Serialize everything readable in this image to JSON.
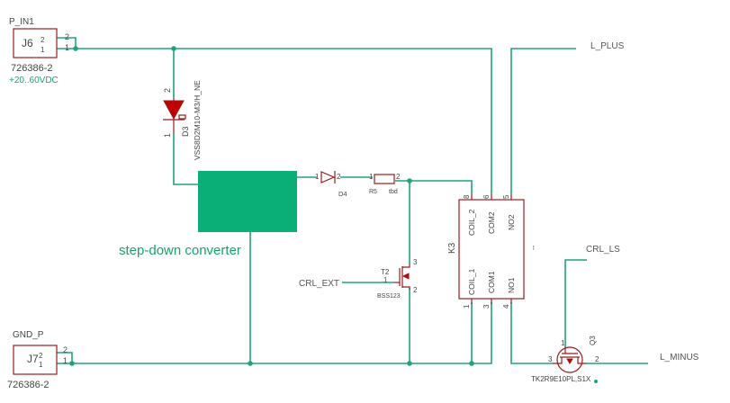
{
  "colors": {
    "wire": "#1fa37a",
    "part_outline": "#9b1b1b",
    "part_fill": "#c00000",
    "block_fill": "#0aae77",
    "label_green": "#1aa36b"
  },
  "connectors": {
    "j6": {
      "net": "P_IN1",
      "ref": "J6",
      "value": "726386-2",
      "note": "+20..60VDC",
      "pin_a": "2",
      "pin_b": "1",
      "sym_a": "2",
      "sym_b": "1"
    },
    "j7": {
      "net": "GND_P",
      "ref": "J7",
      "value": "726386-2",
      "pin_a": "2",
      "pin_b": "1",
      "sym_a": "2",
      "sym_b": "1"
    }
  },
  "d3": {
    "ref": "D3",
    "value": "VSS8D2M10-M3/H_NE",
    "pin_top": "2",
    "pin_bottom": "1"
  },
  "converter": {
    "label": "step-down converter"
  },
  "d4": {
    "ref": "D4",
    "pin_a": "1",
    "pin_b": "2"
  },
  "r5": {
    "ref": "R5",
    "value": "tbd",
    "pin_a": "1",
    "pin_b": "2"
  },
  "t2": {
    "ref": "T2",
    "value": "BSS123",
    "pin_gate": "1",
    "pin_drain": "3",
    "pin_source": "2"
  },
  "k3": {
    "ref": "K3",
    "pins": {
      "coil2": "COIL_2",
      "com2": "COM2",
      "no2": "NO2",
      "coil1": "COIL_1",
      "com1": "COM1",
      "no1": "NO1"
    },
    "pin_numbers": {
      "p8": "8",
      "p6": "6",
      "p5": "5",
      "p1": "1",
      "p3": "3",
      "p4": "4"
    },
    "mark": "--"
  },
  "q3": {
    "ref": "Q3",
    "value": "TK2R9E10PL,S1X",
    "pin_gate": "1",
    "pin_left": "3",
    "pin_right": "2"
  },
  "nets": {
    "l_plus": "L_PLUS",
    "crl_ls": "CRL_LS",
    "crl_ext": "CRL_EXT",
    "l_minus": "L_MINUS"
  }
}
